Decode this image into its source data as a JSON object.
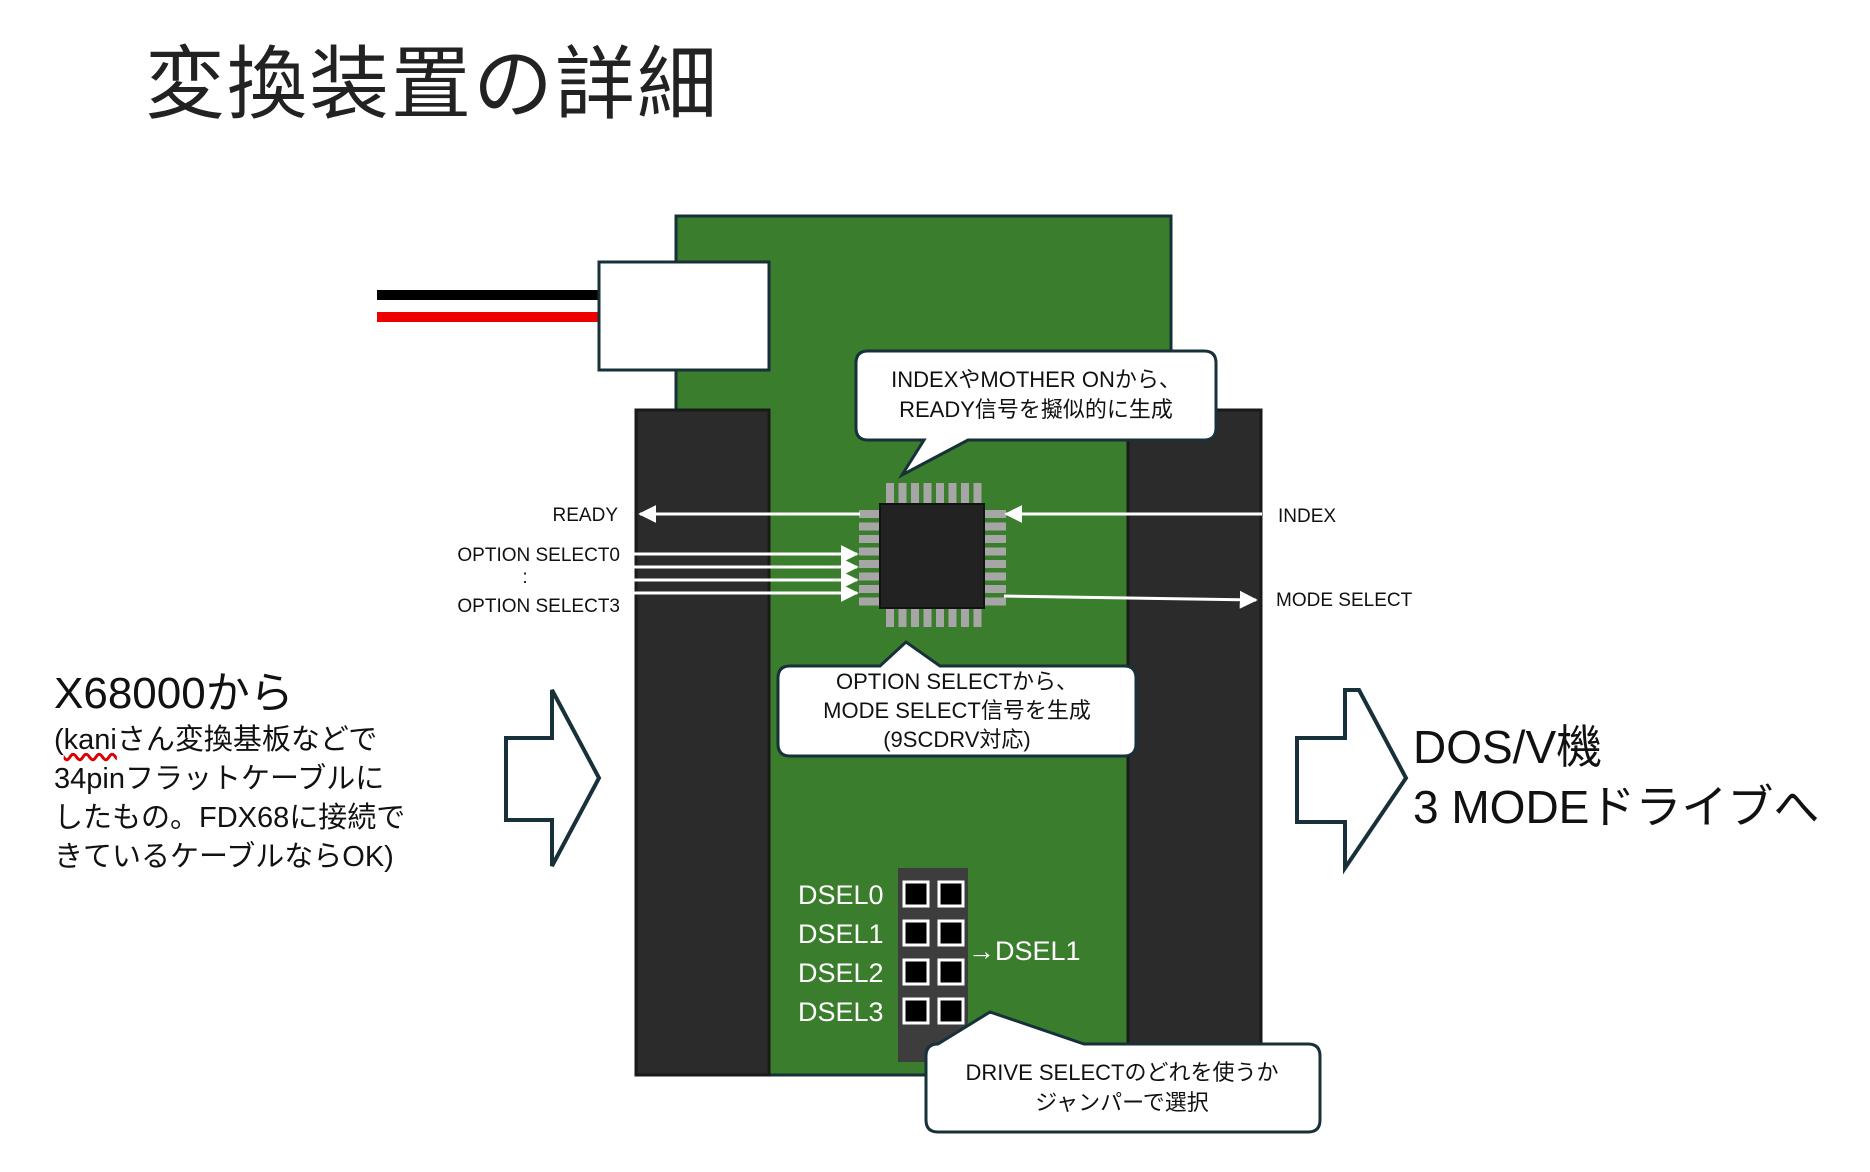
{
  "title": "変換装置の詳細",
  "signals": {
    "ready": "READY",
    "option_select0": "OPTION SELECT0",
    "option_colon": ":",
    "option_select3": "OPTION SELECT3",
    "index": "INDEX",
    "mode_select": "MODE SELECT"
  },
  "callouts": {
    "ready_gen": [
      "INDEXやMOTHER ONから、",
      "READY信号を擬似的に生成"
    ],
    "mode_gen": [
      "OPTION SELECTから、",
      "MODE SELECT信号を生成",
      "(9SCDRV対応)"
    ],
    "drive_select": [
      "DRIVE SELECTのどれを使うか",
      "ジャンパーで選択"
    ]
  },
  "jumper": {
    "labels": [
      "DSEL0",
      "DSEL1",
      "DSEL2",
      "DSEL3"
    ],
    "selected": "→DSEL1"
  },
  "left": {
    "heading": "X68000から",
    "body_prefix": "(",
    "body_wavy": "kani",
    "body_rest_line1": "さん変換基板などで",
    "body_line2": "34pinフラットケーブルに",
    "body_line3": "したもの。FDX68に接続で",
    "body_line4": "きているケーブルならOK)"
  },
  "right": {
    "line1": "DOS/V機",
    "line2": "3 MODEドライブへ"
  },
  "colors": {
    "board": "#3a7d2c",
    "connector": "#2b2b2b",
    "chip": "#222222",
    "pins": "#a6a6a6",
    "wire_black": "#000000",
    "wire_red": "#ee0000",
    "callout_border": "#17303a"
  }
}
